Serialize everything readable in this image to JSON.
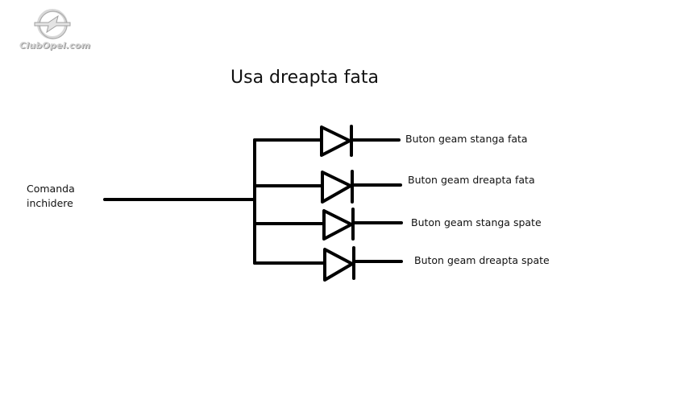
{
  "watermark": {
    "text": "ClubOpel.com",
    "logo_icon": "opel-logo-icon"
  },
  "title": "Usa dreapta fata",
  "input": {
    "line1": "Comanda",
    "line2": "inchidere"
  },
  "outputs": [
    "Buton geam stanga fata",
    "Buton geam dreapta fata",
    "Buton geam stanga spate",
    "Buton geam dreapta spate"
  ],
  "colors": {
    "line": "#000000",
    "background": "#ffffff",
    "watermark": "#c8c8c8"
  }
}
